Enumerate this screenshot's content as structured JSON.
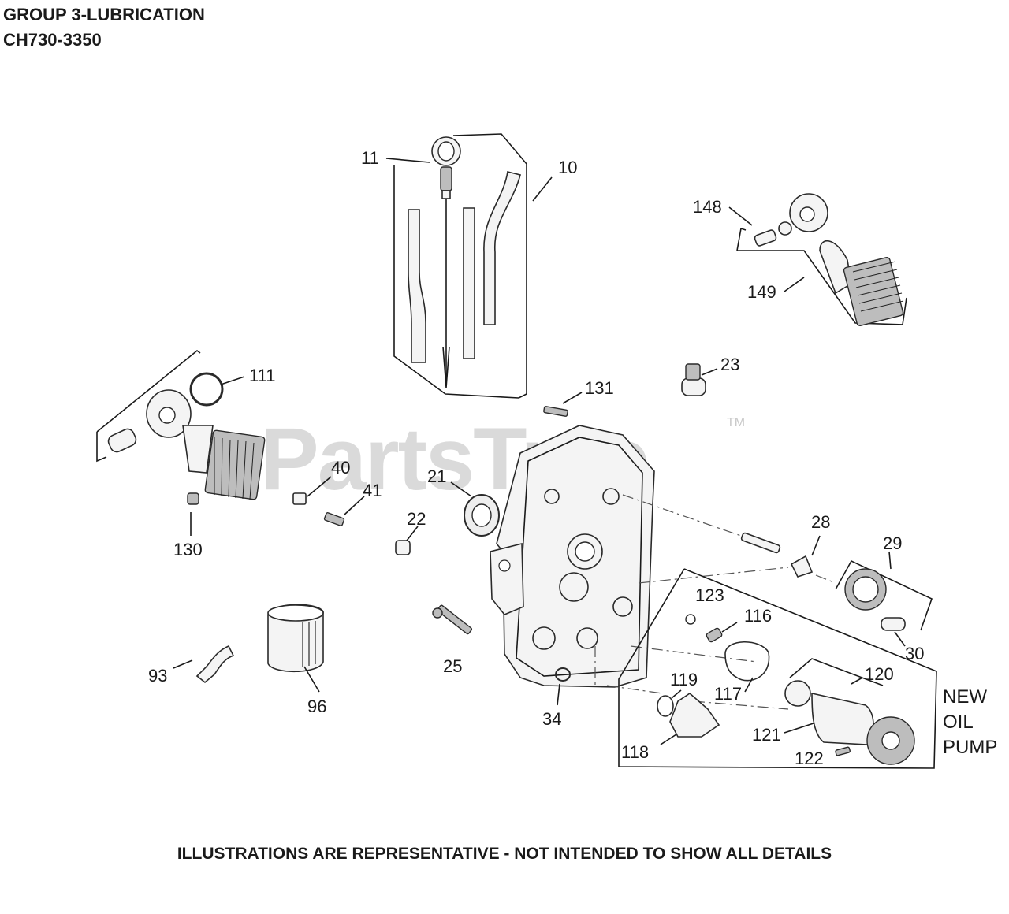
{
  "header": {
    "title": "GROUP 3-LUBRICATION",
    "model": "CH730-3350"
  },
  "footer": {
    "note": "ILLUSTRATIONS ARE REPRESENTATIVE - NOT INTENDED TO SHOW ALL DETAILS"
  },
  "watermark": {
    "text": "PartsTree",
    "tm": "TM"
  },
  "callouts": {
    "c10": "10",
    "c11": "11",
    "c21": "21",
    "c22": "22",
    "c23": "23",
    "c25": "25",
    "c28": "28",
    "c29": "29",
    "c30": "30",
    "c34": "34",
    "c40": "40",
    "c41": "41",
    "c93": "93",
    "c96": "96",
    "c111": "111",
    "c116": "116",
    "c117": "117",
    "c118": "118",
    "c119": "119",
    "c120": "120",
    "c121": "121",
    "c122": "122",
    "c123": "123",
    "c130": "130",
    "c131": "131",
    "c148": "148",
    "c149": "149"
  },
  "oil_pump_note": [
    "NEW",
    "OIL",
    "PUMP"
  ]
}
